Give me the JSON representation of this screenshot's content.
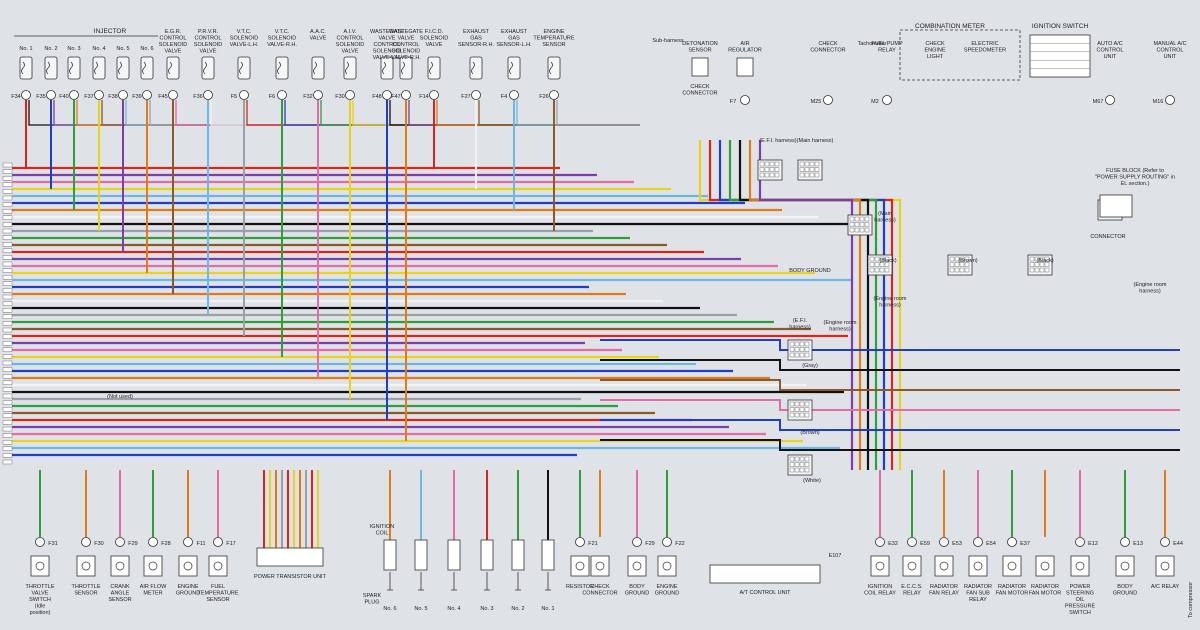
{
  "diagram": {
    "colors": {
      "background": "#dfe3e8",
      "wire_palette": [
        "#d9261c",
        "#1f3fbf",
        "#2e9e3a",
        "#e8d21a",
        "#111111",
        "#7b3fa6",
        "#e07b1a",
        "#8a5a2b",
        "#6fb6e0",
        "#9aa0a6",
        "#e46aa8",
        "#f2f2f2"
      ]
    },
    "header": {
      "injector_group": "INJECTOR",
      "combination_meter": "COMBINATION METER",
      "ignition_switch": "IGNITION SWITCH",
      "fuse_block": "FUSE BLOCK (Refer to \"POWER SUPPLY ROUTING\" in EL section.)"
    },
    "top_components": [
      {
        "label": "No. 1",
        "connector": "F34"
      },
      {
        "label": "No. 2",
        "connector": "F35"
      },
      {
        "label": "No. 3",
        "connector": "F40"
      },
      {
        "label": "No. 4",
        "connector": "F37"
      },
      {
        "label": "No. 5",
        "connector": "F38"
      },
      {
        "label": "No. 6",
        "connector": "F39"
      },
      {
        "label": "E.G.R. CONTROL SOLENOID VALVE",
        "connector": "F45"
      },
      {
        "label": "P.R.V.R. CONTROL SOLENOID VALVE",
        "connector": "F36"
      },
      {
        "label": "V.T.C. SOLENOID VALVE-L.H.",
        "connector": "F5"
      },
      {
        "label": "V.T.C. SOLENOID VALVE-R.H.",
        "connector": "F6"
      },
      {
        "label": "A.A.C. VALVE",
        "connector": "F32"
      },
      {
        "label": "A.I.V. CONTROL SOLENOID VALVE",
        "connector": "F30"
      },
      {
        "label": "WASTEGATE VALVE CONTROL SOLENOID VALVE-L.H.",
        "connector": "F48"
      },
      {
        "label": "WASTEGATE VALVE CONTROL SOLENOID VALVE-R.H.",
        "connector": "F47"
      },
      {
        "label": "F.I.C.D. SOLENOID VALVE",
        "connector": "F14"
      },
      {
        "label": "EXHAUST GAS SENSOR-R.H.",
        "connector": "F27"
      },
      {
        "label": "EXHAUST GAS SENSOR-L.H.",
        "connector": "F4"
      },
      {
        "label": "ENGINE TEMPERATURE SENSOR",
        "connector": "F26"
      }
    ],
    "right_top_labels": [
      {
        "label": "DETONATION SENSOR"
      },
      {
        "label": "AIR REGULATOR",
        "connector": "F7"
      },
      {
        "label": "CHECK CONNECTOR",
        "connector": "M25"
      },
      {
        "label": "FUEL PUMP RELAY",
        "connector": "M2"
      },
      {
        "label": "Tachometer"
      },
      {
        "label": "CHECK ENGINE LIGHT"
      },
      {
        "label": "ELECTRIC SPEEDOMETER"
      },
      {
        "label": "AUTO A/C CONTROL UNIT",
        "connector": "M67"
      },
      {
        "label": "MANUAL A/C CONTROL UNIT",
        "connector": "M16"
      }
    ],
    "mid_labels": {
      "sub_harness": "Sub-harness",
      "check_connector": "CHECK CONNECTOR",
      "efi_harness": "(E.F.I. harness)",
      "main_harness": "(Main harness)",
      "body_ground": "BODY GROUND",
      "engine_room_harness": "(Engine room harness)",
      "gray": "(Gray)",
      "brown": "(Brown)",
      "white": "(White)",
      "black": "(Black)",
      "not_used": "(Not used)",
      "connector": "CONNECTOR"
    },
    "bottom_components": [
      {
        "label": "THROTTLE VALVE SWITCH (Idle position)",
        "connector": "F31"
      },
      {
        "label": "THROTTLE SENSOR",
        "connector": "F30"
      },
      {
        "label": "CRANK ANGLE SENSOR",
        "connector": "F29"
      },
      {
        "label": "AIR FLOW METER",
        "connector": "F28"
      },
      {
        "label": "ENGINE GROUND",
        "connector": "F11"
      },
      {
        "label": "FUEL TEMPERATURE SENSOR",
        "connector": "F17"
      },
      {
        "label": "POWER TRANSISTOR UNIT"
      },
      {
        "label": "IGNITION COIL"
      },
      {
        "label": "SPARK PLUG"
      },
      {
        "label": "No. 6"
      },
      {
        "label": "No. 5"
      },
      {
        "label": "No. 4"
      },
      {
        "label": "No. 3"
      },
      {
        "label": "No. 2"
      },
      {
        "label": "No. 1"
      },
      {
        "label": "RESISTOR",
        "connector": "F21"
      },
      {
        "label": "CHECK CONNECTOR"
      },
      {
        "label": "BODY GROUND",
        "connector": "F29"
      },
      {
        "label": "ENGINE GROUND",
        "connector": "F22"
      },
      {
        "label": "A/T CONTROL UNIT",
        "connector": "E107"
      },
      {
        "label": "IGNITION COIL RELAY",
        "connector": "E32"
      },
      {
        "label": "E.C.C.S. RELAY",
        "connector": "E59"
      },
      {
        "label": "RADIATOR FAN RELAY",
        "connector": "E53"
      },
      {
        "label": "RADIATOR FAN SUB RELAY",
        "connector": "E54"
      },
      {
        "label": "RADIATOR FAN MOTOR",
        "connector": "E37"
      },
      {
        "label": "RADIATOR FAN MOTOR"
      },
      {
        "label": "POWER STEERING OIL PRESSURE SWITCH",
        "connector": "E12"
      },
      {
        "label": "BODY GROUND",
        "connector": "E13"
      },
      {
        "label": "A/C RELAY",
        "connector": "E44"
      }
    ],
    "right_edge": {
      "label": "To compressor"
    }
  }
}
